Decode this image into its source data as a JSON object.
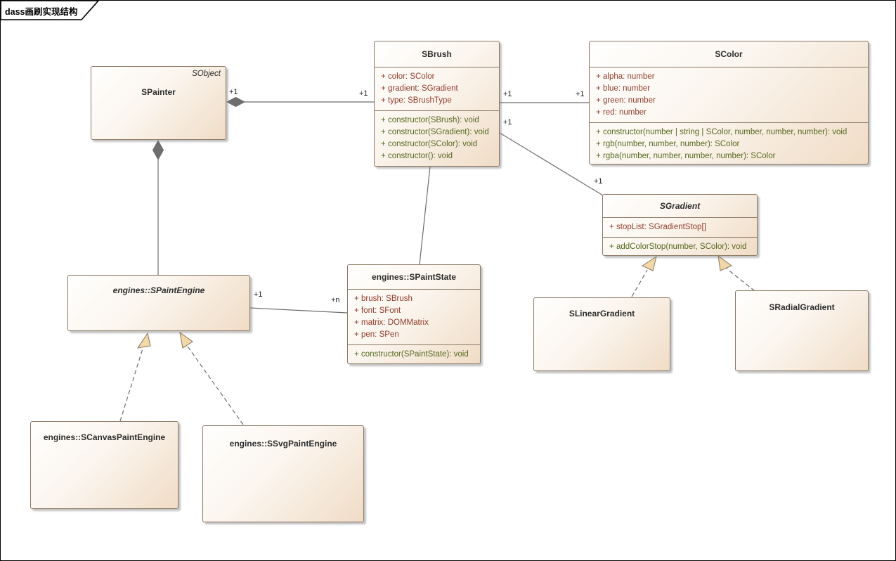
{
  "frame": {
    "title": "dass画刷实现结构"
  },
  "symbols": {
    "plus": "+"
  },
  "classes": {
    "spainter": {
      "name": "SPainter",
      "stereotype": "SObject"
    },
    "sbrush": {
      "name": "SBrush",
      "attrs": [
        "color: SColor",
        "gradient: SGradient",
        "type: SBrushType"
      ],
      "methods": [
        "constructor(SBrush): void",
        "constructor(SGradient): void",
        "constructor(SColor): void",
        "constructor(): void"
      ]
    },
    "scolor": {
      "name": "SColor",
      "attrs": [
        "alpha: number",
        "blue: number",
        "green: number",
        "red: number"
      ],
      "methods": [
        "constructor(number | string | SColor, number, number, number): void",
        "rgb(number, number, number): SColor",
        "rgba(number, number, number, number): SColor"
      ]
    },
    "sgradient": {
      "name": "SGradient",
      "attrs": [
        "stopList: SGradientStop[]"
      ],
      "methods": [
        "addColorStop(number, SColor): void"
      ]
    },
    "spaintengine": {
      "name": "engines::SPaintEngine"
    },
    "spaintstate": {
      "name": "engines::SPaintState",
      "attrs": [
        "brush: SBrush",
        "font: SFont",
        "matrix: DOMMatrix",
        "pen: SPen"
      ],
      "methods": [
        "constructor(SPaintState): void"
      ]
    },
    "slineargradient": {
      "name": "SLinearGradient"
    },
    "sradialgradient": {
      "name": "SRadialGradient"
    },
    "scanvaspaintengine": {
      "name": "engines::SCanvasPaintEngine"
    },
    "ssvgpaintengine": {
      "name": "engines::SSvgPaintEngine"
    }
  },
  "edges": {
    "painter_brush": {
      "source_label": "+1",
      "target_label": "+1"
    },
    "brush_color": {
      "source_label": "+1",
      "target_label": "+1"
    },
    "brush_gradient": {
      "source_label": "+1",
      "target_label": "+1"
    },
    "engine_state": {
      "source_label": "+1",
      "target_label": "+n"
    }
  },
  "colors": {
    "attribute_text": "#913c2b",
    "method_text": "#55691e",
    "box_fill_start": "#fffffe",
    "box_fill_end": "#f0dcc6",
    "box_border": "#8a7965",
    "edge_stroke": "#6e6e6e",
    "diamond_fill": "#6e6e6e",
    "triangle_fill": "#f2d7a7"
  }
}
